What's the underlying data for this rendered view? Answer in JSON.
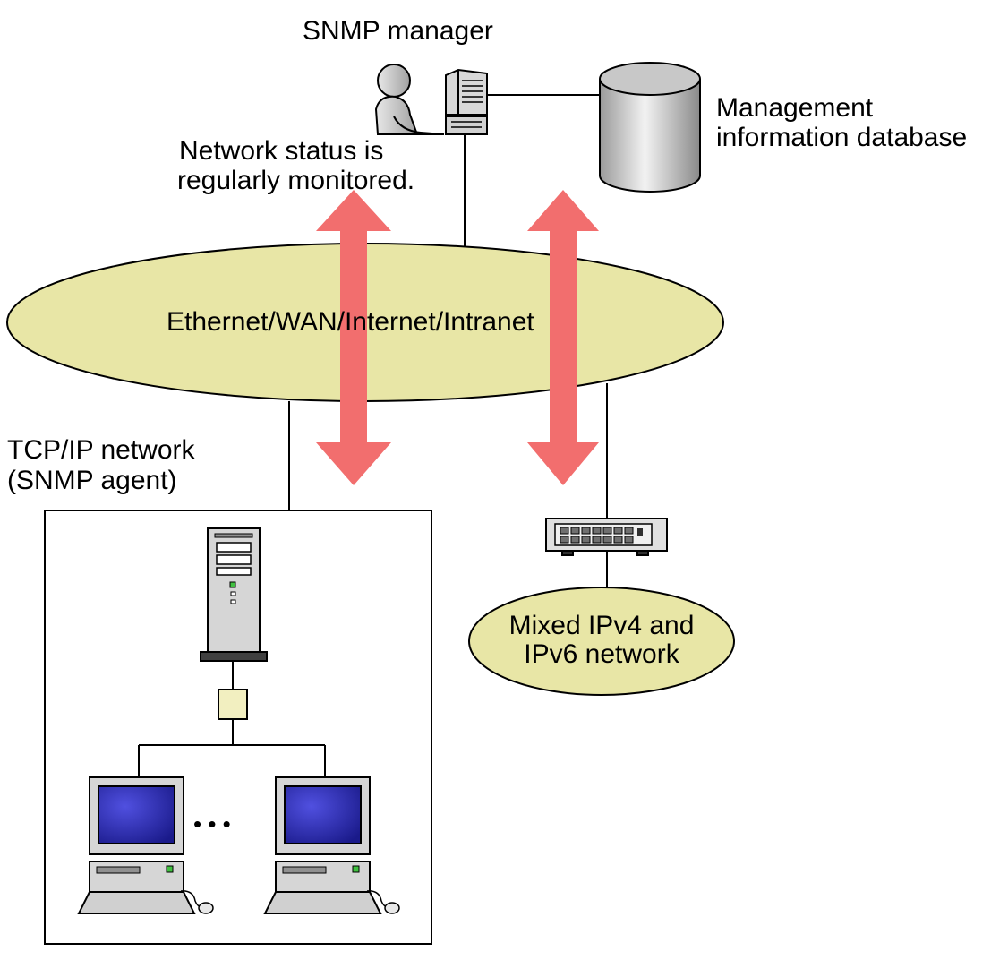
{
  "labels": {
    "snmp_manager": "SNMP manager",
    "monitoring_line1": "Network status is",
    "monitoring_line2": "regularly monitored.",
    "mib_line1": "Management",
    "mib_line2": "information database",
    "main_network": "Ethernet/WAN/Internet/Intranet",
    "agent_line1": "TCP/IP network",
    "agent_line2": "(SNMP agent)",
    "mixed_line1": "Mixed IPv4 and",
    "mixed_line2": "IPv6 network",
    "ellipsis_dots": "• • •"
  },
  "colors": {
    "network_fill": "#e8e6a6",
    "arrow": "#f26e6e",
    "monitor_screen": "#2020a0",
    "hub_fill": "#f2efc0",
    "device_gray": "#cfcfcf"
  },
  "icons": [
    "person-icon",
    "manager-computer-icon",
    "database-icon",
    "switch-icon",
    "server-icon",
    "hub-icon",
    "client-computer-icon"
  ]
}
